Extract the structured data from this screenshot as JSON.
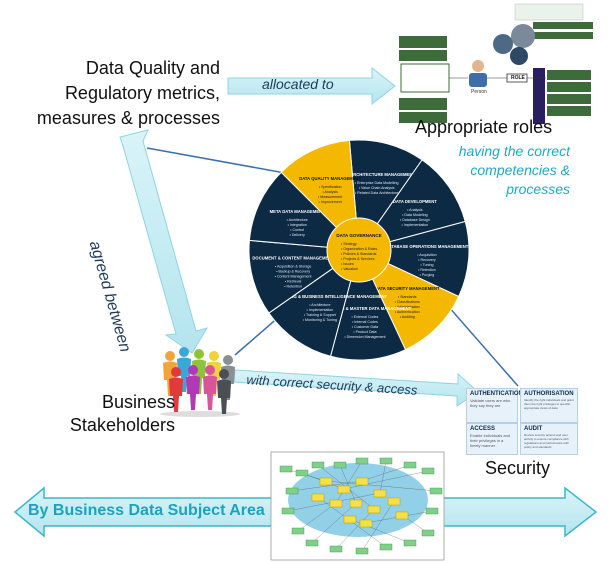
{
  "labels": {
    "dq_metrics": "Data Quality and Regulatory metrics, measures & processes",
    "dq_line1": "Data Quality and",
    "dq_line2": "Regulatory metrics,",
    "dq_line3": "measures & processes",
    "allocated_to": "allocated to",
    "appropriate_roles": "Appropriate roles",
    "roles_sub_line1": "having the correct",
    "roles_sub_line2": "competencies &",
    "roles_sub_line3": "processes",
    "agreed_between": "agreed between",
    "business_line1": "Business",
    "business_line2": "Stakeholders",
    "security_access": "with correct security & access",
    "security": "Security",
    "subject_area": "By Business Data Subject Area"
  },
  "wheel": {
    "center_title": "DATA GOVERNANCE",
    "center_items": [
      "Strategy",
      "Organization & Roles",
      "Policies & Standards",
      "Projects & Services",
      "Issues",
      "Valuation"
    ],
    "segments": [
      {
        "title": "DATA ARCHITECTURE MANAGEMENT",
        "items": [
          "Enterprise Data Modelling",
          "Value Chain Analysis",
          "Related Data Architecture"
        ],
        "color": "#0d2a45"
      },
      {
        "title": "DATA DEVELOPMENT",
        "items": [
          "Analysis",
          "Data Modeling",
          "Database Design",
          "Implementation"
        ],
        "color": "#0d2a45"
      },
      {
        "title": "DATABASE OPERATIONS MANAGEMENT",
        "items": [
          "Acquisition",
          "Recovery",
          "Tuning",
          "Retention",
          "Purging"
        ],
        "color": "#0d2a45"
      },
      {
        "title": "DATA SECURITY MANAGEMENT",
        "items": [
          "Standards",
          "Classifications",
          "Administration",
          "Authentication",
          "Auditing"
        ],
        "color": "#f5b800"
      },
      {
        "title": "REFERENCE & MASTER DATA MANAGEMENT",
        "items": [
          "External Codes",
          "Internal Codes",
          "Customer Data",
          "Product Data",
          "Dimension Management"
        ],
        "color": "#0d2a45"
      },
      {
        "title": "DATA WAREHOUSING & BUSINESS INTELLIGENCE MANAGEMENT",
        "items": [
          "Architecture",
          "Implementation",
          "Training & Support",
          "Monitoring & Tuning"
        ],
        "color": "#0d2a45"
      },
      {
        "title": "DOCUMENT & CONTENT MANAGEMENT",
        "items": [
          "Acquisition & Storage",
          "Backup & Recovery",
          "Content Management",
          "Retrieval",
          "Retention"
        ],
        "color": "#0d2a45"
      },
      {
        "title": "META DATA MANAGEMENT",
        "items": [
          "Architecture",
          "Integration",
          "Control",
          "Delivery"
        ],
        "color": "#0d2a45"
      },
      {
        "title": "DATA QUALITY MANAGEMENT",
        "items": [
          "Specification",
          "Analysis",
          "Measurement",
          "Improvement"
        ],
        "color": "#f5b800"
      }
    ]
  },
  "security_cards": [
    {
      "title": "AUTHENTICATION",
      "body": "Validate users are who they say they are"
    },
    {
      "title": "AUTHORISATION",
      "body": "Identify the right individuals and grant them the right privileges to specific, appropriate views of data"
    },
    {
      "title": "ACCESS",
      "body": "Enable individuals and their privileges in a timely manner"
    },
    {
      "title": "AUDIT",
      "body": "Review security actions and user activity to ensure compliance with regulations and conformance with policy and standards"
    }
  ],
  "roles_thumb": {
    "person": "Person",
    "role": "ROLE"
  },
  "colors": {
    "teal_arrow": "#c3ecf3",
    "teal_border": "#3cb7cc",
    "navy": "#0d2a45",
    "gold": "#f5b800",
    "line_blue": "#3a6fb0",
    "ellipse": "#7ec8e3"
  }
}
